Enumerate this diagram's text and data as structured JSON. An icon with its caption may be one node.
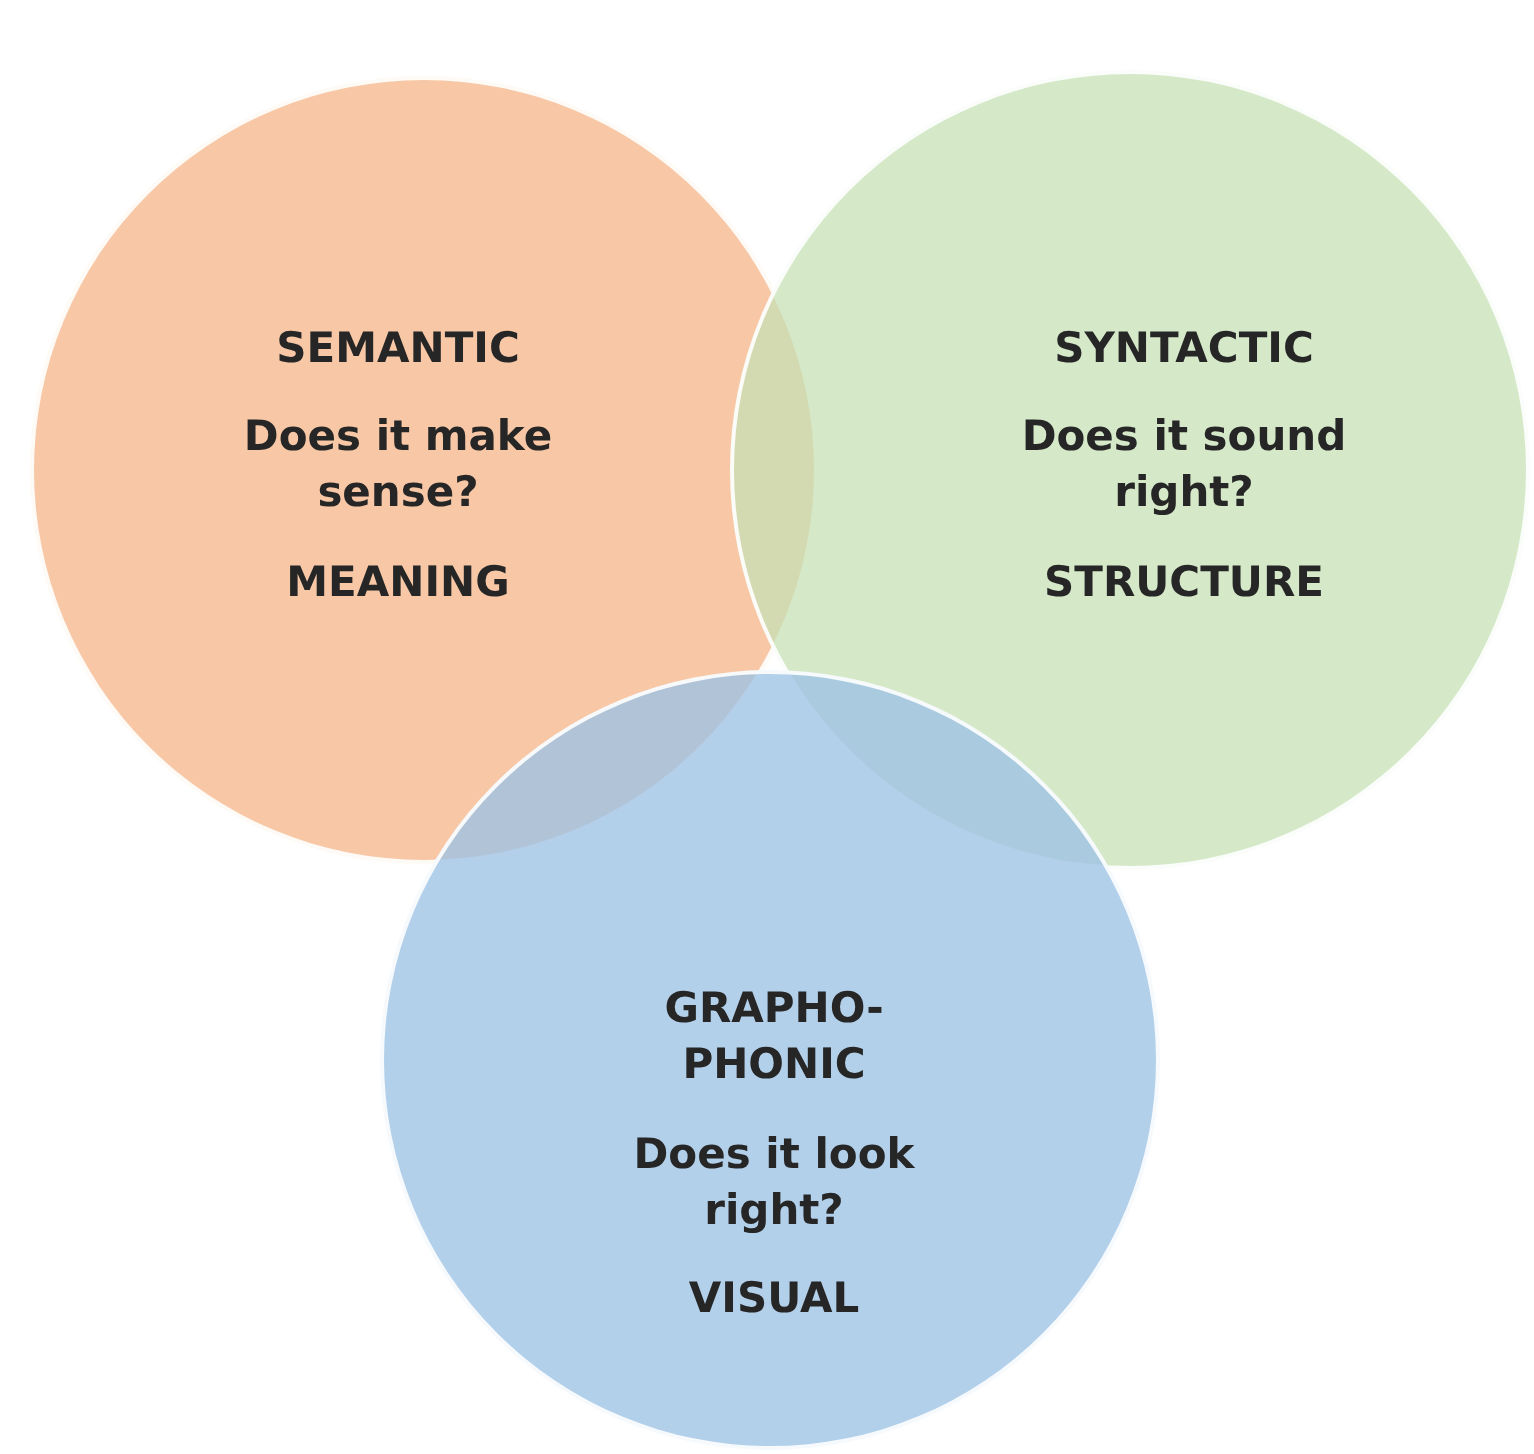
{
  "diagram": {
    "nodes": [
      {
        "text": [
          "SEMANTIC",
          "Does it make sense?",
          "MEANING"
        ]
      },
      {
        "text": [
          "SYNTACTIC",
          "Does it sound right?",
          "STRUCTURE"
        ]
      },
      {
        "text": [
          "GRAPHO-PHONIC",
          "Does it look right?",
          "VISUAL"
        ]
      }
    ]
  }
}
